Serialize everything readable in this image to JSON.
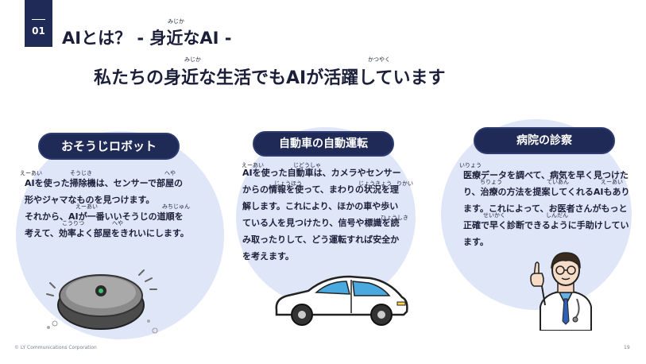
{
  "header": {
    "section_number": "01",
    "title": "AIとは？ - 身近なAI -",
    "title_ruby": "みじか"
  },
  "subtitle": {
    "text": "私たちの身近な生活でもAIが活躍しています",
    "ruby_mijika": "みじか",
    "ruby_katsuyaku": "かつやく"
  },
  "cards": [
    {
      "heading": "おそうじロボット",
      "ruby": [
        "えーあい",
        "そうじき",
        "へや",
        "えーあい",
        "みちじゅん",
        "こうりつ",
        "へや"
      ],
      "lines": [
        "AIを使った掃除機は、センサーで部屋の",
        "形やジャマなものを見つけます。",
        "それから、AIが一番いいそうじの道順を",
        "考えて、効率よく部屋をきれいにします。"
      ]
    },
    {
      "heading": "自動車の自動運転",
      "ruby": [
        "えーあい",
        "じどうしゃ",
        "じょうほう",
        "じょうきょう",
        "りかい",
        "ひょうしき"
      ],
      "lines": [
        "AIを使った自動車は、カメラやセンサー",
        "からの情報を使って、まわりの状況を理",
        "解します。これにより、ほかの車や歩い",
        "ている人を見つけたり、信号や標識を読",
        "み取ったりして、どう運転すれば安全か",
        "を考えます。"
      ]
    },
    {
      "heading": "病院の診察",
      "ruby": [
        "いりょう",
        "ちりょう",
        "ていあん",
        "えーあい",
        "せいかく",
        "しんだん"
      ],
      "lines": [
        "医療データを調べて、病気を早く見つけた",
        "り、治療の方法を提案してくれるAIもあり",
        "ます。これによって、お医者さんがもっと",
        "正確で早く診断できるように手助けしてい",
        "ます。"
      ]
    }
  ],
  "footer": {
    "copyright": "© LY Communications Corporation",
    "page_number": "19"
  },
  "colors": {
    "navy": "#1f2a56",
    "circle": "#dfe6f7"
  }
}
